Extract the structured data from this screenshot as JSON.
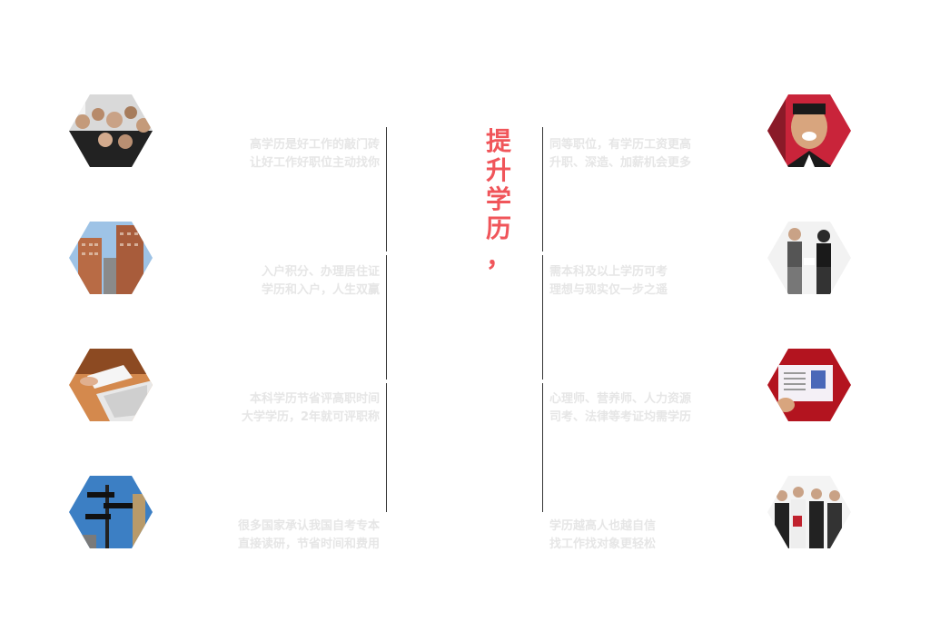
{
  "title": {
    "chars": [
      "提",
      "升",
      "学",
      "历",
      "，"
    ]
  },
  "left": [
    {
      "line1": "高学历是好工作的敲门砖",
      "line2": "让好工作好职位主动找你"
    },
    {
      "line1": "入户积分、办理居住证",
      "line2": "学历和入户，人生双赢"
    },
    {
      "line1": "本科学历节省评高职时间",
      "line2": "大学学历，2年就可评职称"
    },
    {
      "line1": "很多国家承认我国自考专本",
      "line2": "直接读研，节省时间和费用"
    }
  ],
  "right": [
    {
      "line1": "同等职位，有学历工资更高",
      "line2": "升职、深造、加薪机会更多"
    },
    {
      "line1": "需本科及以上学历可考",
      "line2": "理想与现实仅一步之遥"
    },
    {
      "line1": "心理师、营养师、人力资源",
      "line2": "司考、法律等考证均需学历"
    },
    {
      "line1": "学历越高人也越自信",
      "line2": "找工作找对象更轻松"
    }
  ],
  "colors": {
    "accent": "#f0555a",
    "caption": "#e6e6e6",
    "line": "#333333"
  }
}
